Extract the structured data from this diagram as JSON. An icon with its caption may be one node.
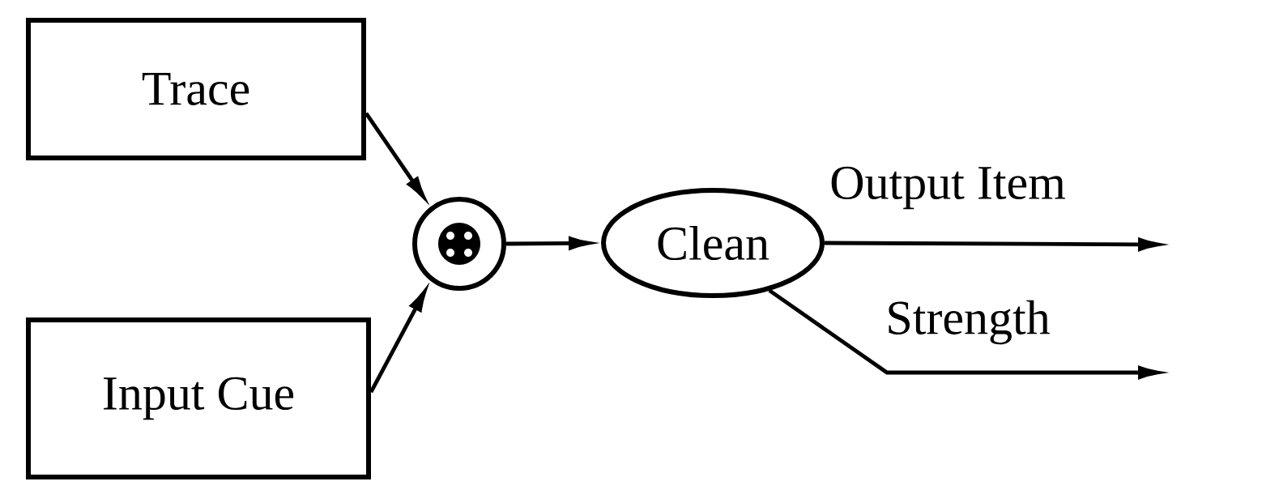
{
  "diagram": {
    "nodes": [
      {
        "text": [
          "Trace"
        ]
      },
      {
        "text": [
          "Input Cue"
        ]
      },
      {
        "text": [],
        "shape": "circle"
      },
      {
        "text": [
          "Clean"
        ]
      }
    ],
    "edges": [
      {
        "from": 0,
        "to": 2,
        "arrow": "to"
      },
      {
        "from": 1,
        "to": 2,
        "arrow": "to"
      },
      {
        "from": 2,
        "to": 3,
        "arrow": "to"
      },
      {
        "from": 3,
        "to": null,
        "arrow": "to",
        "label": "Output Item"
      },
      {
        "from": 3,
        "to": null,
        "arrow": "to",
        "label": "Strength"
      }
    ]
  }
}
